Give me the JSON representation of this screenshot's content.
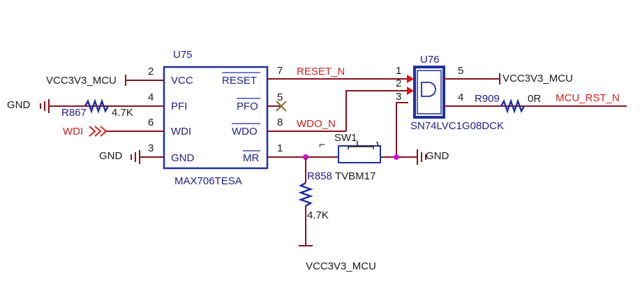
{
  "u75": {
    "ref": "U75",
    "part": "MAX706TESA",
    "pins": {
      "vcc": {
        "num": "2",
        "name": "VCC"
      },
      "pfi": {
        "num": "4",
        "name": "PFI"
      },
      "wdi": {
        "num": "6",
        "name": "WDI"
      },
      "gnd": {
        "num": "3",
        "name": "GND"
      },
      "reset": {
        "num": "7",
        "name": "RESET"
      },
      "pfo": {
        "num": "5",
        "name": "PFO"
      },
      "wdo": {
        "num": "8",
        "name": "WDO"
      },
      "mr": {
        "num": "1",
        "name": "MR"
      }
    }
  },
  "u76": {
    "ref": "U76",
    "part": "SN74LVC1G08DCK",
    "pins": {
      "in_a": "1",
      "in_b": "2",
      "gnd": "3",
      "vcc": "5",
      "out": "4"
    }
  },
  "nets": {
    "vcc_left": "VCC3V3_MCU",
    "gnd_pfi": "GND",
    "wdi": "WDI",
    "gnd_u75": "GND",
    "reset_n": "RESET_N",
    "wdo_n": "WDO_N",
    "vcc_u76": "VCC3V3_MCU",
    "mcu_rst_n": "MCU_RST_N",
    "gnd_right": "GND",
    "vcc_bottom": "VCC3V3_MCU"
  },
  "components": {
    "r867": {
      "ref": "R867",
      "value": "4.7K"
    },
    "r909": {
      "ref": "R909",
      "value": "0R"
    },
    "r858": {
      "ref": "R858",
      "value": "4.7K"
    },
    "sw1": {
      "ref": "SW1",
      "part": "TVBM17"
    }
  },
  "colors": {
    "wire": "#8b1020",
    "component": "#1f2fa0",
    "net_label_red": "#d42020",
    "text": "#1a1a1a"
  }
}
